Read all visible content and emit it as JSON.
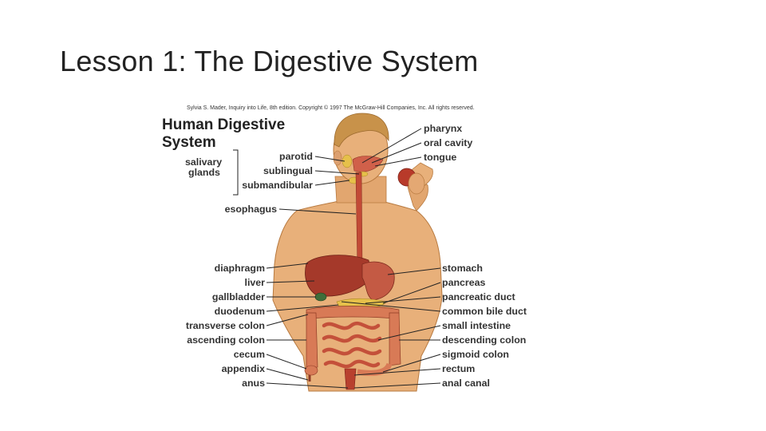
{
  "slide": {
    "title": "Lesson 1: The Digestive System"
  },
  "figure": {
    "copyright": "Sylvia S. Mader, Inquiry into Life, 8th edition. Copyright © 1997 The McGraw-Hill Companies, Inc. All rights reserved.",
    "title_line1": "Human Digestive",
    "title_line2": "System",
    "salivary_line1": "salivary",
    "salivary_line2": "glands",
    "labels_left": [
      "parotid",
      "sublingual",
      "submandibular",
      "esophagus",
      "diaphragm",
      "liver",
      "gallbladder",
      "duodenum",
      "transverse colon",
      "ascending colon",
      "cecum",
      "appendix",
      "anus"
    ],
    "labels_right": [
      "pharynx",
      "oral cavity",
      "tongue",
      "stomach",
      "pancreas",
      "pancreatic duct",
      "common bile duct",
      "small intestine",
      "descending colon",
      "sigmoid colon",
      "rectum",
      "anal canal"
    ],
    "colors": {
      "skin": "#e8b07a",
      "skin_shadow": "#c98a55",
      "hair": "#c8924a",
      "organ_red": "#b8402e",
      "liver": "#a5392a",
      "intestine": "#d0604a",
      "pancreas": "#e6c04a"
    }
  }
}
